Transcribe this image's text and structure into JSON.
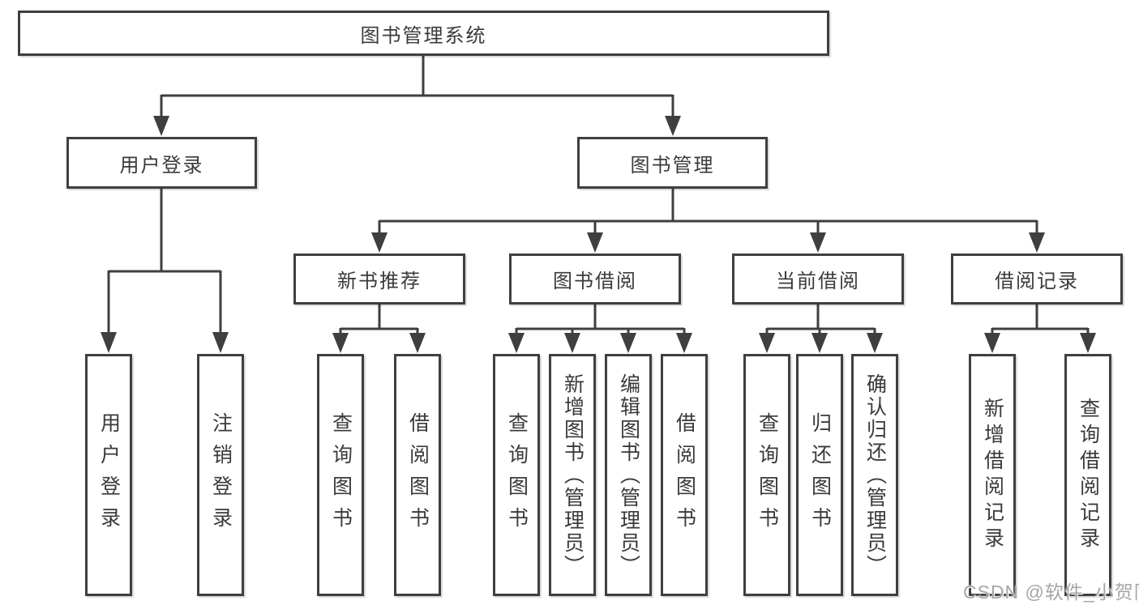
{
  "nodes": {
    "root": "图书管理系统",
    "user_login": "用户登录",
    "book_mgmt": "图书管理",
    "new_books": "新书推荐",
    "book_borrow": "图书借阅",
    "current_borrow": "当前借阅",
    "borrow_records": "借阅记录",
    "leaves": {
      "login": [
        "用户登录",
        "注销登录"
      ],
      "new_books": [
        "查询图书",
        "借阅图书"
      ],
      "book_borrow": [
        "查询图书",
        "新增图书（管理员）",
        "编辑图书（管理员）",
        "借阅图书"
      ],
      "current_borrow": [
        "查询图书",
        "归还图书",
        "确认归还（管理员）"
      ],
      "borrow_records": [
        "新增借阅记录",
        "查询借阅记录"
      ]
    }
  },
  "watermark": "CSDN @软件_小贺同学",
  "colors": {
    "line": "#3f3f3f",
    "text": "#3a3a3a",
    "background": "#ffffff",
    "watermark": "#a6a6a6"
  }
}
